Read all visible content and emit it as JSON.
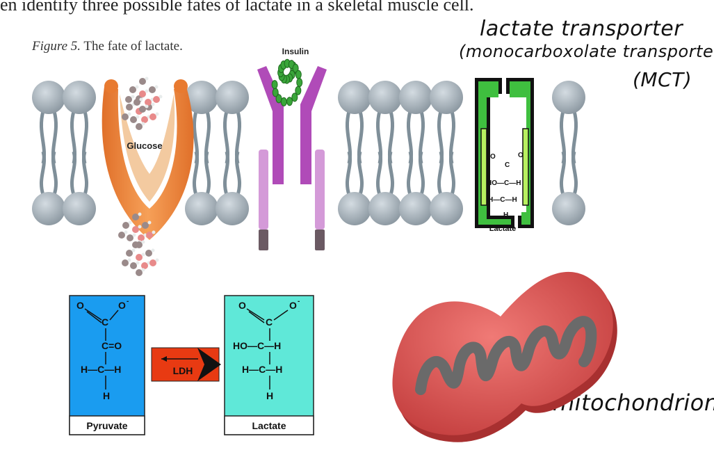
{
  "intro_line": "en identify three possible fates of lactate in a skeletal muscle cell.",
  "figure": {
    "caption_lead": "Figure 5.",
    "caption_text": " The fate of lactate."
  },
  "membrane_labels": {
    "glucose": "Glucose",
    "insulin": "Insulin",
    "lactate": "Lactate"
  },
  "transporter_chem": {
    "top_c": "C",
    "o_left": "O",
    "o_right": "O",
    "ho_row": "HO—C—H",
    "h_row": "H—C—H",
    "bottom_h": "H"
  },
  "handwriting": {
    "line1": "lactate transporter",
    "line2": "(monocarboxolate transporter)",
    "line3": "(MCT)",
    "mito": "mitochondrion"
  },
  "pyruvate_box": {
    "o_left": "O",
    "o_right": "O",
    "charge": "-",
    "c_top": "C",
    "c_ketone": "C=O",
    "ch3_row": "H—C—H",
    "h_bottom": "H",
    "name": "Pyruvate"
  },
  "lactate_box": {
    "o_left": "O",
    "o_right": "O",
    "charge": "-",
    "c_top": "C",
    "ho_row": "HO—C—H",
    "h_row": "H—C—H",
    "h_bottom": "H",
    "name": "Lactate"
  },
  "enzyme": {
    "label": "LDH"
  },
  "colors": {
    "lipid_head": "#a9b4bc",
    "lipid_tail": "#7f8f99",
    "glut": "#f08a3a",
    "glut_inner": "#f2c79c",
    "insulin_receptor": "#b04bb8",
    "insulin_chain": "#3aa63a",
    "mct": "#3fbf3f",
    "pyruvate_bg": "#1a9cf0",
    "lactate_bg": "#5fe8d8",
    "ldh_bg": "#e83a12",
    "mito": "#e05555",
    "cristae": "#666666"
  }
}
